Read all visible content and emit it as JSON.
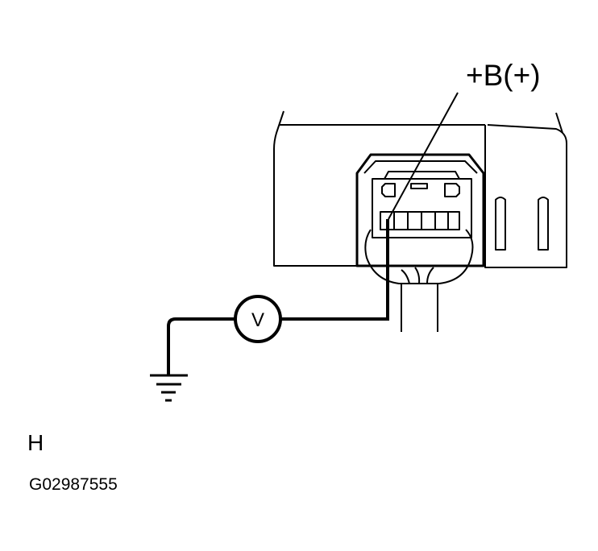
{
  "diagram": {
    "terminal_label": "+B(+)",
    "meter_symbol": "V",
    "colors": {
      "line": "#000000",
      "background": "#ffffff"
    }
  },
  "caption": {
    "letter": "H",
    "figure_id": "G02987555"
  }
}
